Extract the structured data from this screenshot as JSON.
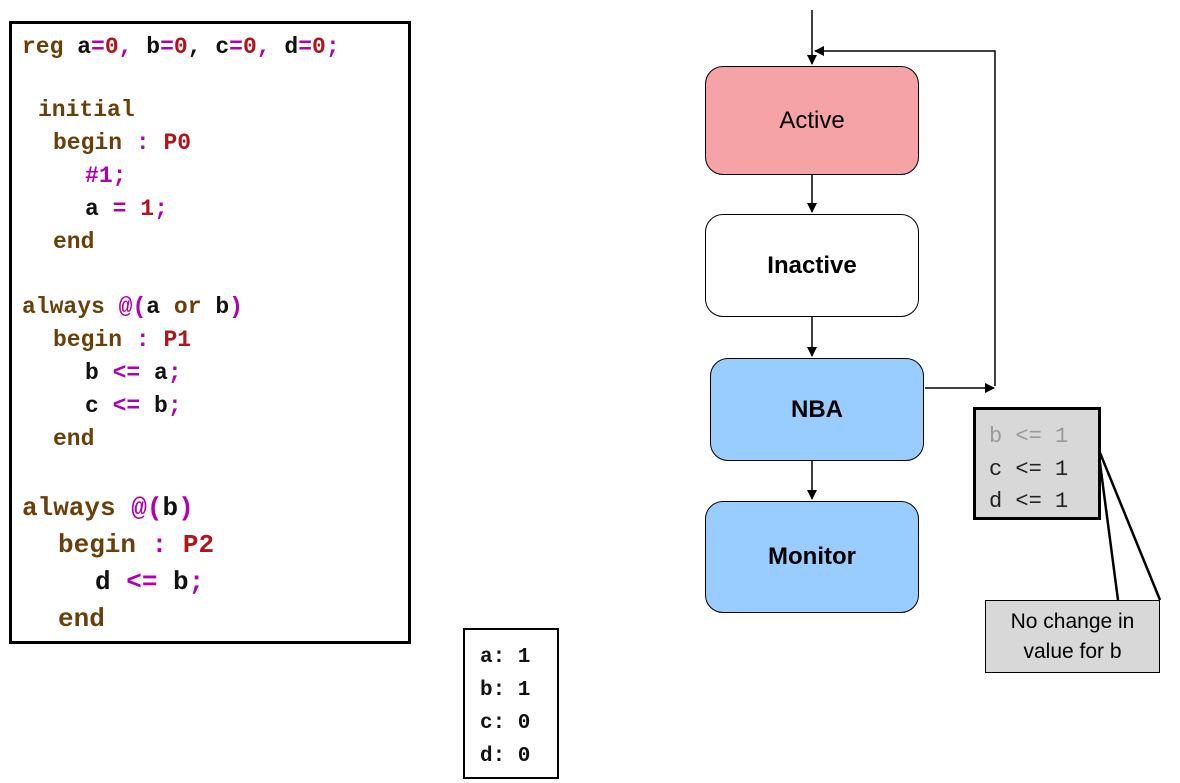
{
  "code": {
    "decl": {
      "kw": "reg",
      "a": "a",
      "eq": "=",
      "zero": "0",
      "comma": ",",
      "b": "b",
      "c": "c",
      "d": "d",
      "semi": ";"
    },
    "initial": "initial",
    "begin": "begin",
    "end": "end",
    "always": "always",
    "at": "@",
    "lparen": "(",
    "rparen": ")",
    "or": "or",
    "colon": ":",
    "p0": "P0",
    "p1": "P1",
    "p2": "P2",
    "hash": "#",
    "one": "1",
    "nba_op": "<=",
    "eq": "=",
    "semi": ";",
    "a": "a",
    "b": "b",
    "c": "c",
    "d": "d"
  },
  "values": [
    "a: 1",
    "b: 1",
    "c: 0",
    "d: 0"
  ],
  "flow": {
    "active": "Active",
    "inactive": "Inactive",
    "nba": "NBA",
    "monitor": "Monitor"
  },
  "queue": [
    "b <= 1",
    "c <= 1",
    "d <= 1"
  ],
  "note": {
    "line1": "No change in",
    "line2": "value for b"
  },
  "colors": {
    "active": "#f5a3a6",
    "nba": "#99ccff",
    "monitor": "#99ccff",
    "queue_bg": "#d8d8d8",
    "keyword": "#6a3f0a",
    "operator": "#b000b0",
    "number": "#b0151b"
  }
}
